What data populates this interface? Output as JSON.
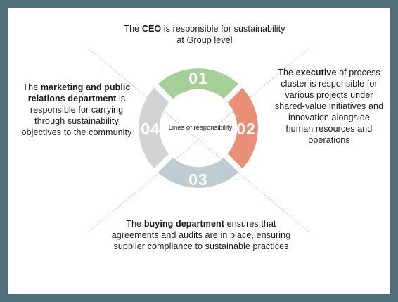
{
  "center_label": "Lines of responsibility",
  "segments": [
    {
      "number": "01",
      "color": "#a6cf98"
    },
    {
      "number": "02",
      "color": "#e98f78"
    },
    {
      "number": "03",
      "color": "#bfcdd3"
    },
    {
      "number": "04",
      "color": "#d2d4d4"
    }
  ],
  "ceo": {
    "pre": "The ",
    "bold": "CEO",
    "post": " is responsible for sustainability at Group level"
  },
  "executive": {
    "pre": "The ",
    "bold": "executive",
    "post": " of process cluster is responsible for various projects under shared-value initiatives and innovation alongside human resources and operations"
  },
  "buying": {
    "pre": "The ",
    "bold": "buying department",
    "post": " ensures that agreements and audits are in place, ensuring supplier compliance to sustainable practices"
  },
  "marketing": {
    "pre": "The ",
    "bold": "marketing and public relations department",
    "post": " is responsible for carrying through sustainability objectives to the community"
  }
}
